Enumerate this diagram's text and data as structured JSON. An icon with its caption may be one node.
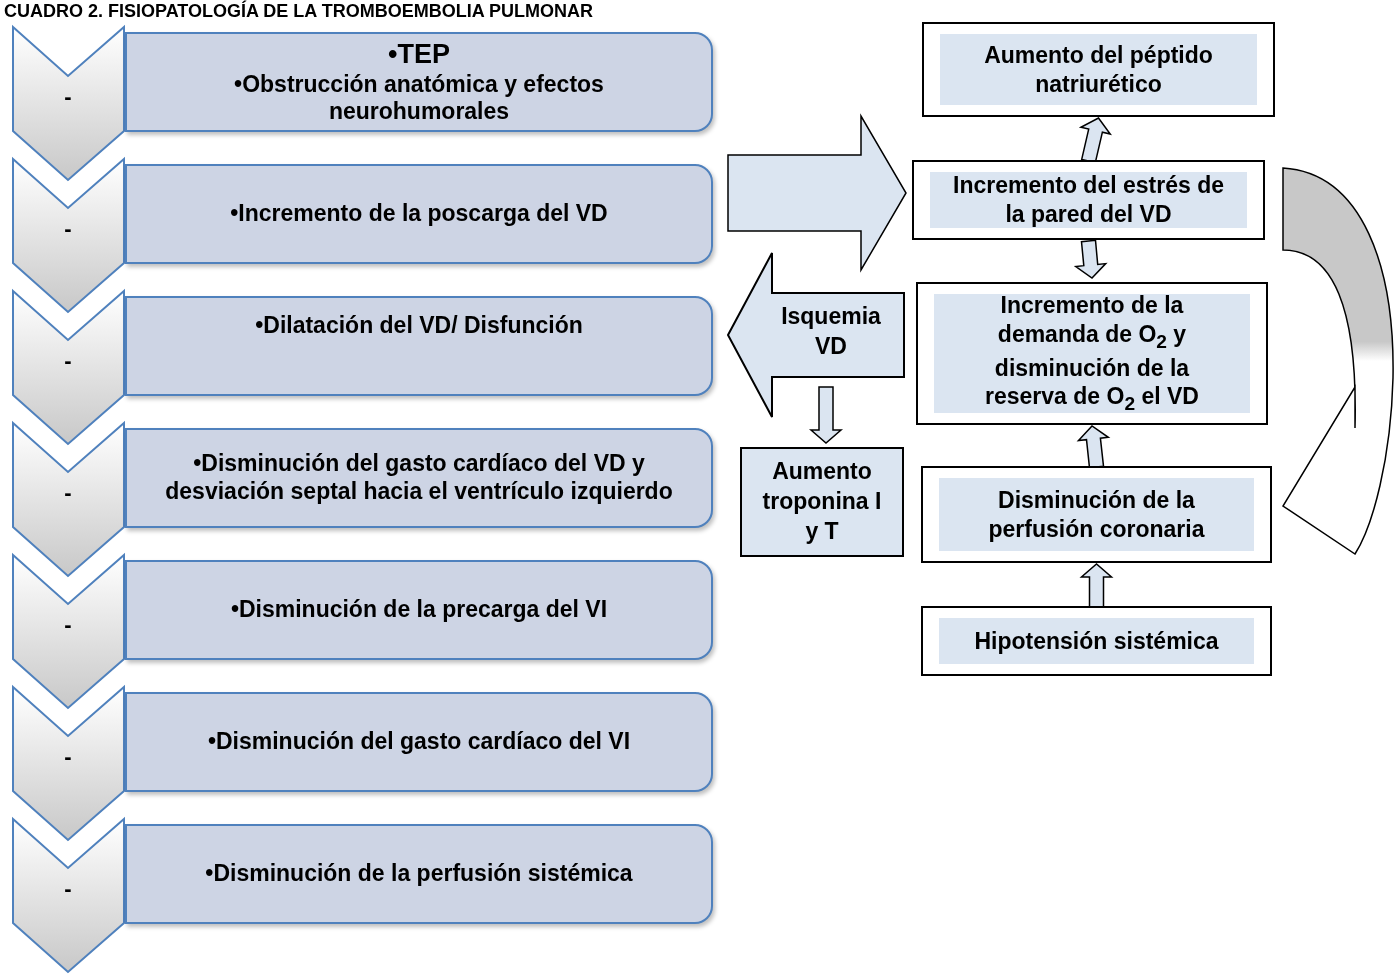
{
  "diagram": {
    "title": "CUADRO 2. FISIOPATOLOGÍA DE LA TROMBOEMBOLIA PULMONAR",
    "nodes": [
      {
        "text": [
          "-"
        ]
      },
      {
        "text": [
          "•TEP",
          "•Obstrucción anatómica y efectos neurohumorales"
        ]
      },
      {
        "text": [
          "-"
        ]
      },
      {
        "text": [
          "•Incremento de la poscarga del VD"
        ]
      },
      {
        "text": [
          "-"
        ]
      },
      {
        "text": [
          "•Dilatación del VD/ Disfunción"
        ]
      },
      {
        "text": [
          "-"
        ]
      },
      {
        "text": [
          "•Disminución del gasto cardíaco del VD y desviación septal hacia el ventrículo izquierdo"
        ]
      },
      {
        "text": [
          "-"
        ]
      },
      {
        "text": [
          "•Disminución de la precarga del VI"
        ]
      },
      {
        "text": [
          "-"
        ]
      },
      {
        "text": [
          "•Disminución del gasto cardíaco del VI"
        ]
      },
      {
        "text": [
          "-"
        ]
      },
      {
        "text": [
          "•Disminución de la perfusión sistémica"
        ]
      },
      {
        "text": [
          "Aumento del péptido natriurético"
        ]
      },
      {
        "text": [
          "Incremento del estrés de la pared del VD"
        ]
      },
      {
        "text": [
          "Isquemia VD"
        ]
      },
      {
        "text": [
          "Incremento de la demanda de O$_{2}$ y disminución de la reserva de O$_{2}$ el VD"
        ]
      },
      {
        "text": [
          "Aumento troponina I y T"
        ]
      },
      {
        "text": [
          "Disminución de la perfusión coronaria"
        ]
      },
      {
        "text": [
          "Hipotensión sistémica"
        ]
      }
    ],
    "edges": [
      {
        "from": null,
        "to": 15,
        "arrow": "to",
        "style": "thick"
      },
      {
        "from": 15,
        "to": 14,
        "arrow": "to"
      },
      {
        "from": 15,
        "to": 17,
        "arrow": "to"
      },
      {
        "from": 16,
        "to": 18,
        "arrow": "to"
      },
      {
        "from": 19,
        "to": 17,
        "arrow": "to"
      },
      {
        "from": 20,
        "to": 19,
        "arrow": "to"
      },
      {
        "from": 15,
        "to": 19,
        "arrow": "to",
        "style": "thick",
        "color": "#c8c8c8"
      }
    ]
  }
}
